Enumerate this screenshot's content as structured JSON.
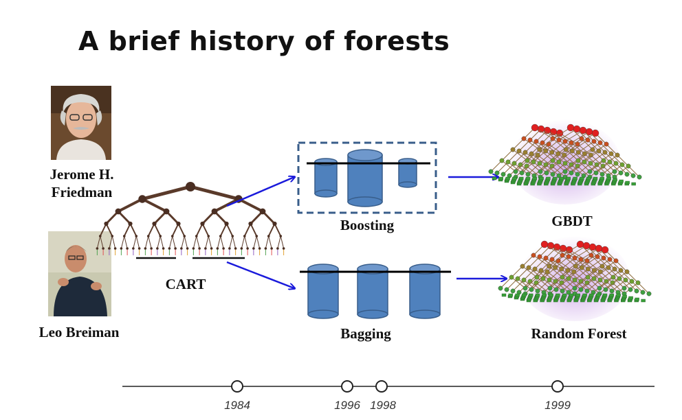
{
  "title": "A brief history of forests",
  "people": [
    {
      "name_line1": "Jerome H.",
      "name_line2": "Friedman"
    },
    {
      "name": "Leo Breiman"
    }
  ],
  "methods": {
    "cart": "CART",
    "boosting": "Boosting",
    "bagging": "Bagging",
    "gbdt": "GBDT",
    "random_forest": "Random Forest"
  },
  "timeline": {
    "years": [
      "1984",
      "1996",
      "1998",
      "1999"
    ]
  },
  "colors": {
    "arrow": "#1a1adb",
    "cylinder": "#4f81bd",
    "cylinder_edge": "#385d8a",
    "dashed_box": "#385d8a"
  }
}
